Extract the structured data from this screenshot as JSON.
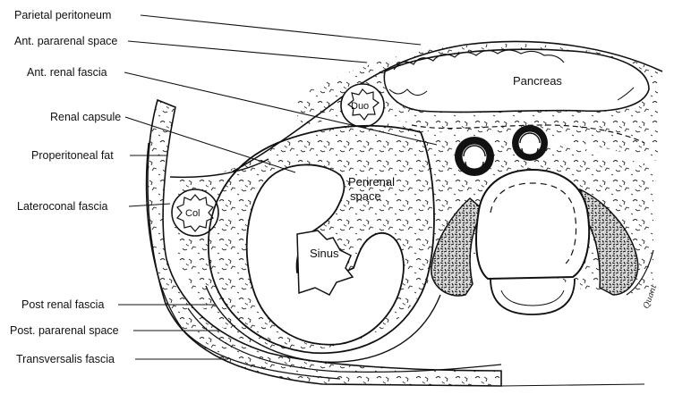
{
  "labels": {
    "parietal_peritoneum": "Parietal peritoneum",
    "ant_pararenal_space": "Ant. pararenal space",
    "ant_renal_fascia": "Ant. renal fascia",
    "renal_capsule": "Renal capsule",
    "properitoneal_fat": "Properitoneal fat",
    "lateroconal_fascia": "Lateroconal fascia",
    "post_renal_fascia": "Post renal fascia",
    "post_pararenal_space": "Post. pararenal space",
    "transversalis_fascia": "Transversalis fascia"
  },
  "structures": {
    "pancreas": "Pancreas",
    "duo": "Duo",
    "col": "Col",
    "perirenal_line1": "Perirenal",
    "perirenal_line2": "space",
    "sinus": "Sinus"
  },
  "signature": "Quant"
}
